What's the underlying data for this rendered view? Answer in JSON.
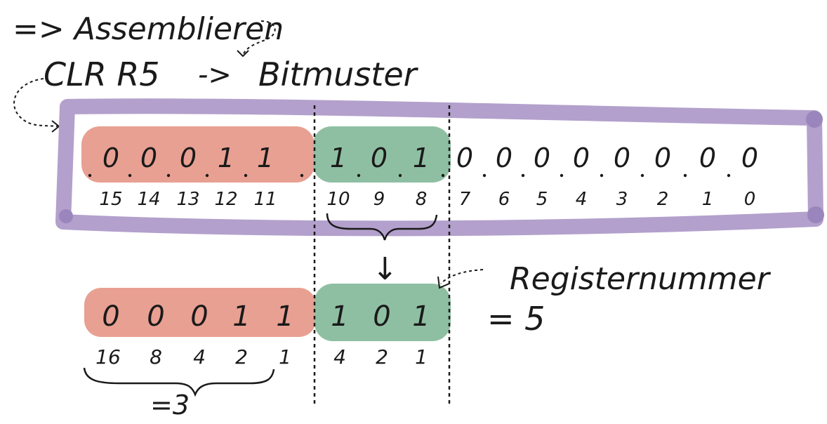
{
  "title_line": "=> Assemblieren",
  "instruction": "CLR R5",
  "arrow": "->",
  "bitmuster_label": "Bitmuster",
  "top_bits": [
    "0",
    "0",
    "0",
    "1",
    "1",
    "1",
    "0",
    "1",
    "0",
    "0",
    "0",
    "0",
    "0",
    "0",
    "0",
    "0"
  ],
  "top_bit_positions": [
    "15",
    "14",
    "13",
    "12",
    "11",
    "10",
    "9",
    "8",
    "7",
    "6",
    "5",
    "4",
    "3",
    "2",
    "1",
    "0"
  ],
  "down_arrow": "↓",
  "bottom_bits_opcode": [
    "0",
    "0",
    "0",
    "1",
    "1"
  ],
  "bottom_bits_register": [
    "1",
    "0",
    "1"
  ],
  "weights_opcode": [
    "16",
    "8",
    "4",
    "2",
    "1"
  ],
  "weights_register": [
    "4",
    "2",
    "1"
  ],
  "opcode_sum": "=3",
  "register_label": "Registernummer",
  "register_value": "= 5",
  "colors": {
    "opcode_highlight": "#e8a092",
    "register_highlight": "#8fbfa3",
    "frame": "#b3a0cc",
    "frame_end": "#9a85bd",
    "ink": "#1a1a1a"
  }
}
